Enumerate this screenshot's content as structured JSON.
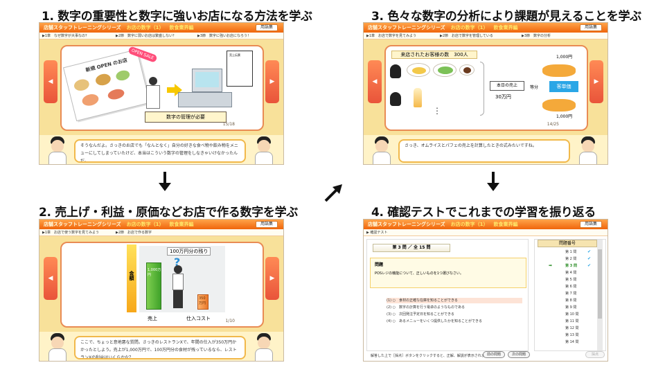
{
  "steps": [
    {
      "title": "1. 数字の重要性と数字に強いお店になる方法を学ぶ"
    },
    {
      "title": "2. 売上げ・利益・原価などお店で作る数字を学ぶ"
    },
    {
      "title": "3. 色々な数字の分析により課題が見えることを学ぶ"
    },
    {
      "title": "4. 確認テストでこれまでの学習を振り返る"
    }
  ],
  "app": {
    "series": "店舗スタッフトレーニングシリーズ",
    "course": "お店の数字（1）",
    "level": "飲食業界編",
    "glossary_button": "用語集"
  },
  "screen1": {
    "crumbs": [
      "▶1章　なぜ数字が大事なの？",
      "▶2節　数字に弱いお店は繁盛しない？",
      "▶3節　数字に強いお店になろう！"
    ],
    "menu_label": "新規 OPEN のお店",
    "badge": "OPEN SALE",
    "receipt_title": "売上伝票",
    "caption": "数字の管理が必要",
    "page": "15/18",
    "dialogue": "そうなんだよ。さっきのお店でも「なんとなく」自分の好きな食べ物や飲み物をメニューにしてしまっていたけど、本当はこういう数字の管理をしなきゃいけなかったんだ。"
  },
  "screen2": {
    "crumbs": [
      "▶1章　お店で使う数字を見てみよう",
      "▶2節　お店で作る数字"
    ],
    "banner": "100万円分の残り",
    "axis": "金額",
    "bar_value": "1,000万円",
    "cost_value": "350万円",
    "label_sales": "売上",
    "label_cost": "仕入コスト",
    "question": "?",
    "page": "1/10",
    "dialogue": "ここで、ちょっと意地悪な質問。さっきのレストランXで、年間の仕入が350万円かかったとしよう。売上が1,000万円で、100万円分の食材が残っているなら、レストランXの利益はいくらかな？"
  },
  "screen3": {
    "crumbs": [
      "▶1章　お店で数字を見てみよう",
      "▶2節　お店で数字を管理している",
      "▶3節　数字の分析"
    ],
    "customers": "来店されたお客様の数　300人",
    "sales_label": "本日の売上",
    "sales_value": "30万円",
    "equal_split": "等分",
    "equal_label": "客単価",
    "cloud_top": "1,000円",
    "cloud_bottom": "1,000円",
    "ellipsis": "⋮",
    "page": "14/25",
    "dialogue": "さっき、オムライスとパフェの売上を計算したときの式みたいですね。"
  },
  "screen4": {
    "crumb": "▶ 確認テスト",
    "question_header_num": "第 3 問",
    "question_header_sep": "／",
    "question_header_total": "全 15 問",
    "problem_label": "問題",
    "problem_text": "POSレジの機能について、正しいものを1つ選びなさい。",
    "options": [
      "(1) ○　食材の正確な在庫を知ることができる",
      "(2) ○　数字の計算を行う電卓のようなものである",
      "(3) ○　次回発注予定日を知ることができる",
      "(4) ○　あるメニューをいくつ提供したかを知ることができる"
    ],
    "list_header": "問題番号",
    "questions": [
      "第 1 問",
      "第 2 問",
      "第 3 問",
      "第 4 問",
      "第 5 問",
      "第 6 問",
      "第 7 問",
      "第 8 問",
      "第 9 問",
      "第 10 問",
      "第 11 問",
      "第 12 問",
      "第 13 問",
      "第 14 問"
    ],
    "check_mark": "✔",
    "current_mark": "➡",
    "hint": "解答した上で［採点］ボタンをクリックすると、正解、解説が表示されます。",
    "prev_button": "前の問題",
    "next_button": "次の問題",
    "grade_button": "採点"
  },
  "icons": {
    "left": "◀",
    "right": "▶"
  },
  "colors": {
    "accent": "#f0650b",
    "card_border": "#e98b54",
    "stage_bg": "#f8e19a",
    "check": "#2aa6e6"
  }
}
